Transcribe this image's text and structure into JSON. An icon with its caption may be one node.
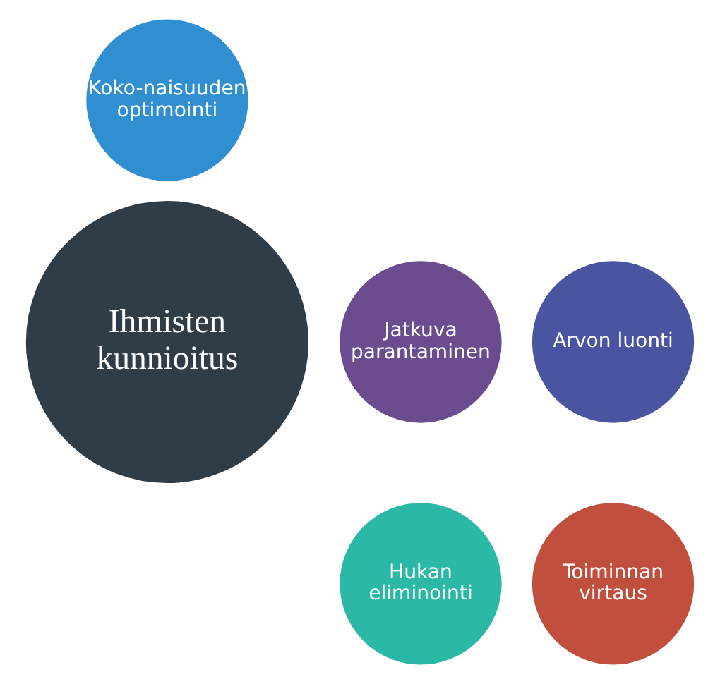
{
  "diagram": {
    "nodes": [
      {
        "text": [
          "Koko-naisuuden optimointi"
        ]
      },
      {
        "text": [
          "Jatkuva parantaminen"
        ]
      },
      {
        "text": [
          "Ihmisten kunnioitus"
        ]
      },
      {
        "text": [
          "Arvon luonti"
        ]
      },
      {
        "text": [
          "Toiminnan virtaus"
        ]
      },
      {
        "text": [
          "Hukan eliminointi"
        ]
      }
    ]
  }
}
